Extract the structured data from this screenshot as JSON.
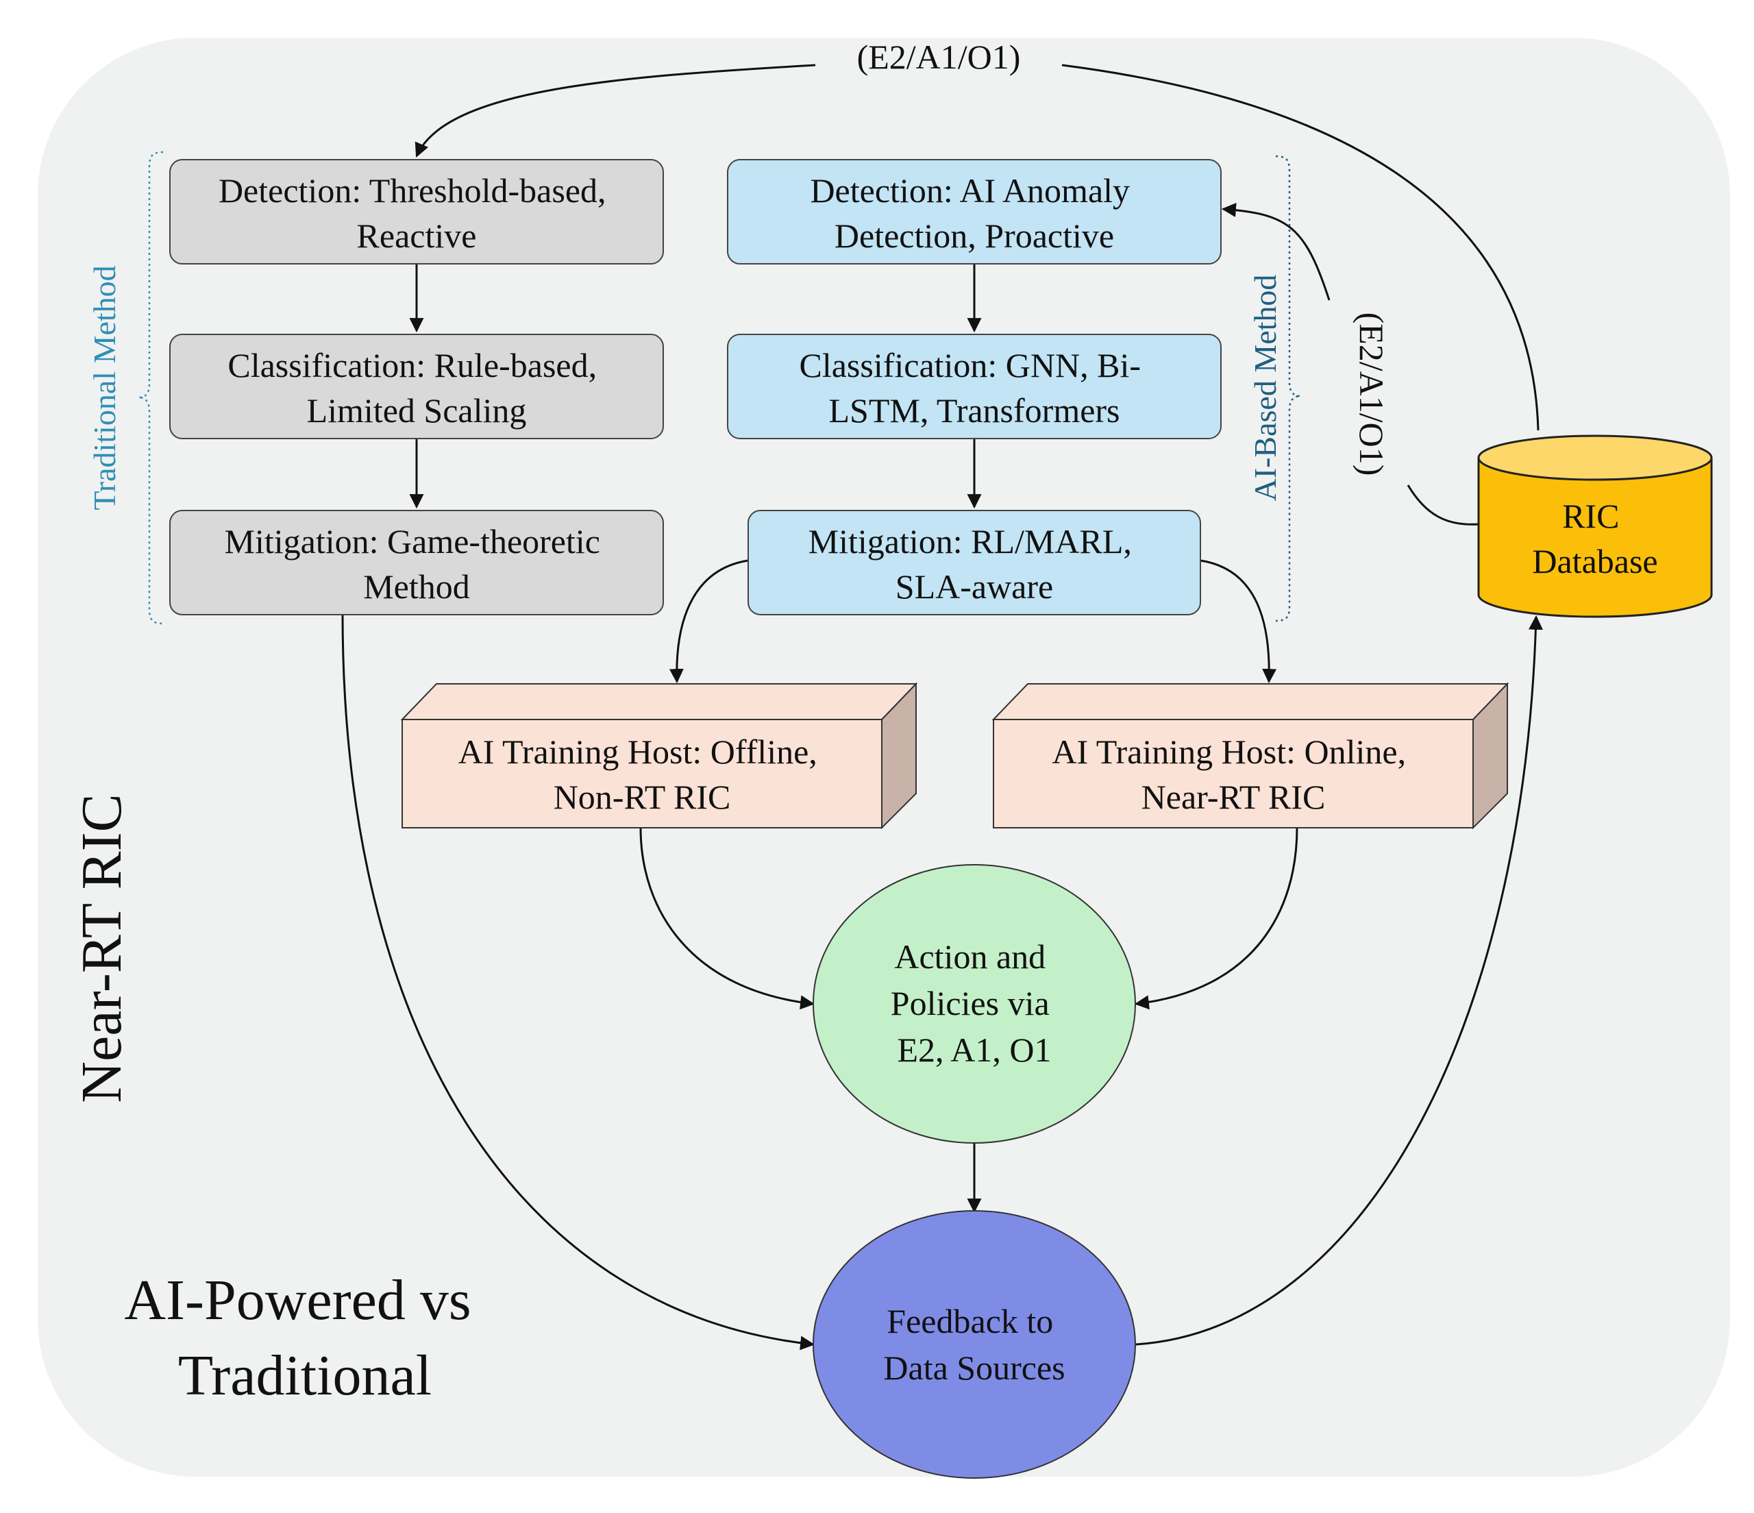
{
  "container_label": "Near-RT RIC",
  "caption_lines": [
    "AI-Powered vs",
    "Traditional"
  ],
  "interface_top": "(E2/A1/O1)",
  "interface_side": "(E2/A1/O1)",
  "traditional_label": "Traditional Method",
  "ai_label": "AI-Based Method",
  "traditional": {
    "detection": [
      "Detection: Threshold-based,",
      "Reactive"
    ],
    "classification": [
      "Classification: Rule-based,",
      "Limited Scaling"
    ],
    "mitigation": [
      "Mitigation: Game-theoretic",
      "Method"
    ]
  },
  "ai": {
    "detection": [
      "Detection: AI Anomaly",
      "Detection, Proactive"
    ],
    "classification": [
      "Classification: GNN, Bi-",
      "LSTM, Transformers"
    ],
    "mitigation": [
      "Mitigation: RL/MARL,",
      "SLA-aware"
    ]
  },
  "training_offline": [
    "AI Training Host: Offline,",
    "Non-RT RIC"
  ],
  "training_online": [
    "AI Training Host: Online,",
    "Near-RT RIC"
  ],
  "action": [
    "Action and",
    "Policies via",
    "E2, A1, O1"
  ],
  "feedback": [
    "Feedback to",
    "Data Sources"
  ],
  "database": [
    "RIC",
    "Database"
  ],
  "colors": {
    "background": "#f0f1f1",
    "traditional_box": "#d9d9d9",
    "ai_box": "#c2e4f4",
    "training_front": "#fbe2d6",
    "training_side": "#c9b3a8",
    "action": "#c3f0c8",
    "feedback": "#7f8ce6",
    "database": "#fbbf0a",
    "database_top": "#fdd769",
    "bracket_traditional": "#2f8fb5",
    "bracket_ai": "#1e5f7f"
  }
}
